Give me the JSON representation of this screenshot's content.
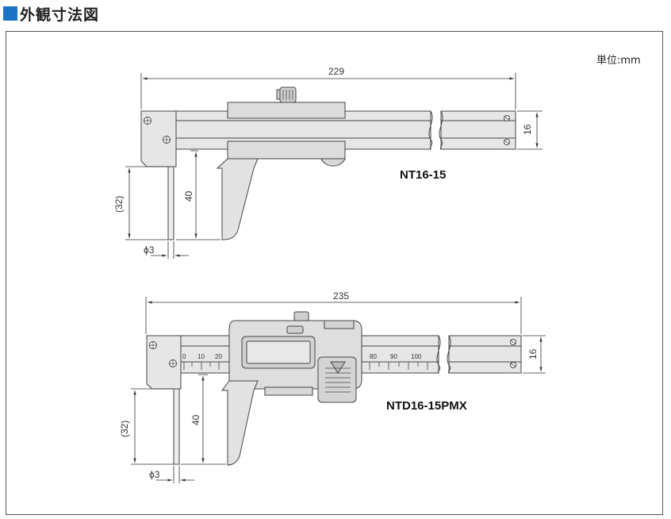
{
  "title": "外観寸法図",
  "unit_label": "単位:mm",
  "colors": {
    "accent": "#1a73c6",
    "body_fill": "#e4e4e4",
    "stroke": "#444444"
  },
  "upper": {
    "model": "NT16-15",
    "dim_length": "229",
    "dim_height": "16",
    "dim_depth": "40",
    "dim_ref": "(32)",
    "dim_dia": "ϕ3"
  },
  "lower": {
    "model": "NTD16-15PMX",
    "dim_length": "235",
    "dim_height": "16",
    "dim_depth": "40",
    "dim_ref": "(32)",
    "dim_dia": "ϕ3",
    "scale_labels": [
      "0",
      "10",
      "20",
      "80",
      "90",
      "100"
    ]
  }
}
